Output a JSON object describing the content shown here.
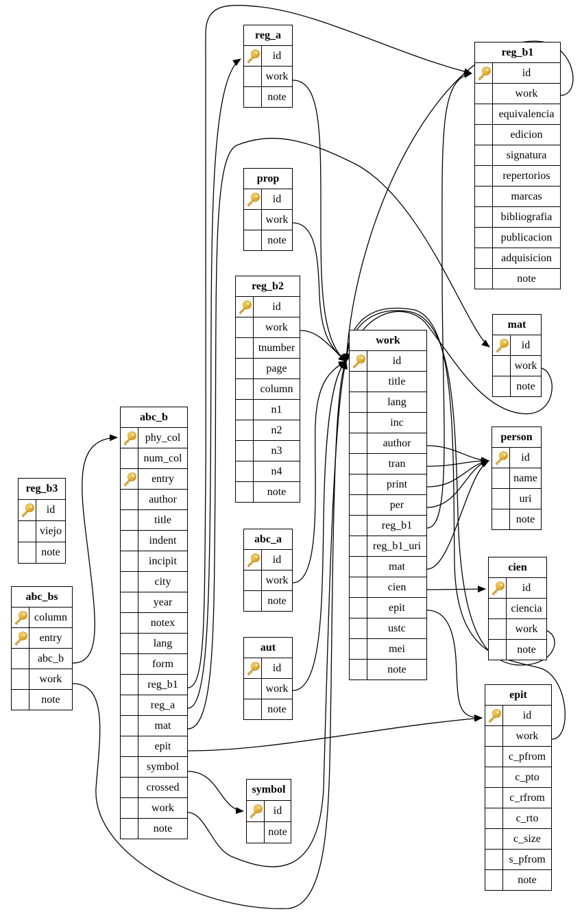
{
  "diagram": {
    "type": "entity-relationship",
    "colors": {
      "line": "#000000",
      "key_icon": "#e8a90c",
      "background": "#ffffff"
    },
    "tables": [
      {
        "name": "reg_a",
        "columns": [
          {
            "name": "id",
            "pk": true
          },
          {
            "name": "work"
          },
          {
            "name": "note"
          }
        ]
      },
      {
        "name": "reg_b1",
        "columns": [
          {
            "name": "id",
            "pk": true
          },
          {
            "name": "work"
          },
          {
            "name": "equivalencia"
          },
          {
            "name": "edicion"
          },
          {
            "name": "signatura"
          },
          {
            "name": "repertorios"
          },
          {
            "name": "marcas"
          },
          {
            "name": "bibliografia"
          },
          {
            "name": "publicacion"
          },
          {
            "name": "adquisicion"
          },
          {
            "name": "note"
          }
        ]
      },
      {
        "name": "prop",
        "columns": [
          {
            "name": "id",
            "pk": true
          },
          {
            "name": "work"
          },
          {
            "name": "note"
          }
        ]
      },
      {
        "name": "reg_b2",
        "columns": [
          {
            "name": "id",
            "pk": true
          },
          {
            "name": "work"
          },
          {
            "name": "tnumber"
          },
          {
            "name": "page"
          },
          {
            "name": "column"
          },
          {
            "name": "n1"
          },
          {
            "name": "n2"
          },
          {
            "name": "n3"
          },
          {
            "name": "n4"
          },
          {
            "name": "note"
          }
        ]
      },
      {
        "name": "work",
        "columns": [
          {
            "name": "id",
            "pk": true
          },
          {
            "name": "title"
          },
          {
            "name": "lang"
          },
          {
            "name": "inc"
          },
          {
            "name": "author"
          },
          {
            "name": "tran"
          },
          {
            "name": "print"
          },
          {
            "name": "per"
          },
          {
            "name": "reg_b1"
          },
          {
            "name": "reg_b1_uri"
          },
          {
            "name": "mat"
          },
          {
            "name": "cien"
          },
          {
            "name": "epit"
          },
          {
            "name": "ustc"
          },
          {
            "name": "mei"
          },
          {
            "name": "note"
          }
        ]
      },
      {
        "name": "mat",
        "columns": [
          {
            "name": "id",
            "pk": true
          },
          {
            "name": "work"
          },
          {
            "name": "note"
          }
        ]
      },
      {
        "name": "person",
        "columns": [
          {
            "name": "id",
            "pk": true
          },
          {
            "name": "name"
          },
          {
            "name": "uri"
          },
          {
            "name": "note"
          }
        ]
      },
      {
        "name": "abc_b",
        "columns": [
          {
            "name": "phy_col",
            "pk": true
          },
          {
            "name": "num_col"
          },
          {
            "name": "entry",
            "pk": true
          },
          {
            "name": "author"
          },
          {
            "name": "title"
          },
          {
            "name": "indent"
          },
          {
            "name": "incipit"
          },
          {
            "name": "city"
          },
          {
            "name": "year"
          },
          {
            "name": "notex"
          },
          {
            "name": "lang"
          },
          {
            "name": "form"
          },
          {
            "name": "reg_b1"
          },
          {
            "name": "reg_a"
          },
          {
            "name": "mat"
          },
          {
            "name": "epit"
          },
          {
            "name": "symbol"
          },
          {
            "name": "crossed"
          },
          {
            "name": "work"
          },
          {
            "name": "note"
          }
        ]
      },
      {
        "name": "reg_b3",
        "columns": [
          {
            "name": "id",
            "pk": true
          },
          {
            "name": "viejo"
          },
          {
            "name": "note"
          }
        ]
      },
      {
        "name": "abc_bs",
        "columns": [
          {
            "name": "column",
            "pk": true
          },
          {
            "name": "entry",
            "pk": true
          },
          {
            "name": "abc_b"
          },
          {
            "name": "work"
          },
          {
            "name": "note"
          }
        ]
      },
      {
        "name": "abc_a",
        "columns": [
          {
            "name": "id",
            "pk": true
          },
          {
            "name": "work"
          },
          {
            "name": "note"
          }
        ]
      },
      {
        "name": "aut",
        "columns": [
          {
            "name": "id",
            "pk": true
          },
          {
            "name": "work"
          },
          {
            "name": "note"
          }
        ]
      },
      {
        "name": "cien",
        "columns": [
          {
            "name": "id",
            "pk": true
          },
          {
            "name": "ciencia"
          },
          {
            "name": "work"
          },
          {
            "name": "note"
          }
        ]
      },
      {
        "name": "epit",
        "columns": [
          {
            "name": "id",
            "pk": true
          },
          {
            "name": "work"
          },
          {
            "name": "c_pfrom"
          },
          {
            "name": "c_pto"
          },
          {
            "name": "c_rfrom"
          },
          {
            "name": "c_rto"
          },
          {
            "name": "c_size"
          },
          {
            "name": "s_pfrom"
          },
          {
            "name": "note"
          }
        ]
      },
      {
        "name": "symbol",
        "columns": [
          {
            "name": "id",
            "pk": true
          },
          {
            "name": "note"
          }
        ]
      }
    ],
    "relations": [
      {
        "from": "reg_a.work",
        "to": "work.id"
      },
      {
        "from": "prop.work",
        "to": "work.id"
      },
      {
        "from": "reg_b2.work",
        "to": "work.id"
      },
      {
        "from": "abc_a.work",
        "to": "work.id"
      },
      {
        "from": "aut.work",
        "to": "work.id"
      },
      {
        "from": "reg_b1.work",
        "to": "work.id"
      },
      {
        "from": "mat.work",
        "to": "work.id"
      },
      {
        "from": "cien.work",
        "to": "work.id"
      },
      {
        "from": "epit.work",
        "to": "work.id"
      },
      {
        "from": "abc_bs.work",
        "to": "work.id"
      },
      {
        "from": "abc_b.work",
        "to": "work.id"
      },
      {
        "from": "abc_bs.abc_b",
        "to": "abc_b.phy_col"
      },
      {
        "from": "abc_b.reg_b1",
        "to": "reg_b1.id"
      },
      {
        "from": "abc_b.reg_a",
        "to": "reg_a.id"
      },
      {
        "from": "abc_b.mat",
        "to": "mat.id"
      },
      {
        "from": "abc_b.epit",
        "to": "epit.id"
      },
      {
        "from": "abc_b.symbol",
        "to": "symbol.id"
      },
      {
        "from": "work.author",
        "to": "person.id"
      },
      {
        "from": "work.tran",
        "to": "person.id"
      },
      {
        "from": "work.print",
        "to": "person.id"
      },
      {
        "from": "work.per",
        "to": "person.id"
      },
      {
        "from": "work.mat",
        "to": "person.id"
      },
      {
        "from": "work.reg_b1",
        "to": "reg_b1.id"
      },
      {
        "from": "work.cien",
        "to": "cien.id"
      },
      {
        "from": "work.epit",
        "to": "epit.id"
      }
    ]
  }
}
